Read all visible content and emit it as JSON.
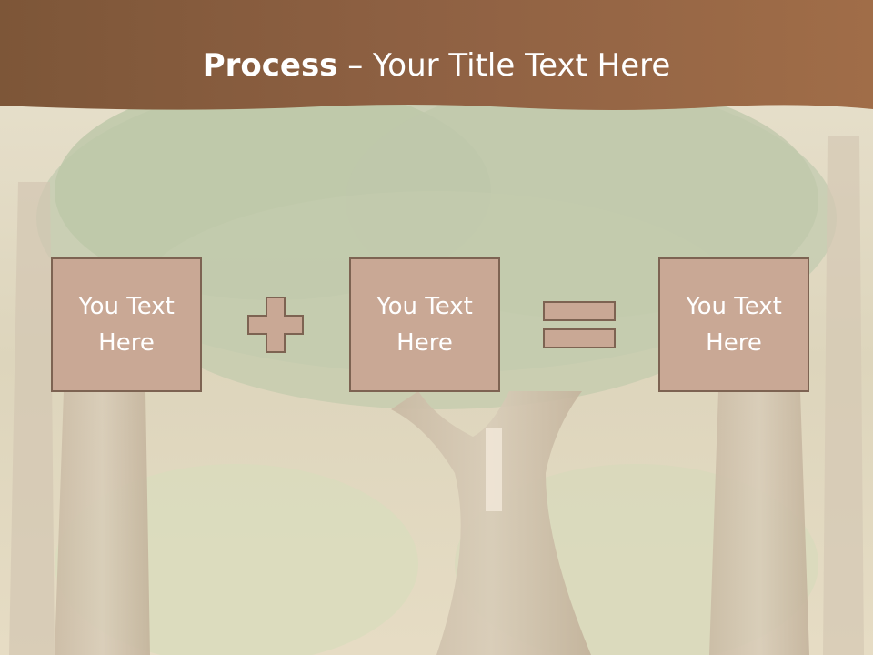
{
  "slide": {
    "title_bold": "Process",
    "title_rest": " – Your Title Text Here",
    "boxes": [
      {
        "text": "You Text\nHere"
      },
      {
        "text": "You Text\nHere"
      },
      {
        "text": "You Text\nHere"
      }
    ],
    "operators": [
      "plus",
      "equals"
    ]
  },
  "colors": {
    "header": "#8d5f3e",
    "box_fill": "#c9a895",
    "box_border": "#7d6352",
    "text": "#ffffff"
  }
}
